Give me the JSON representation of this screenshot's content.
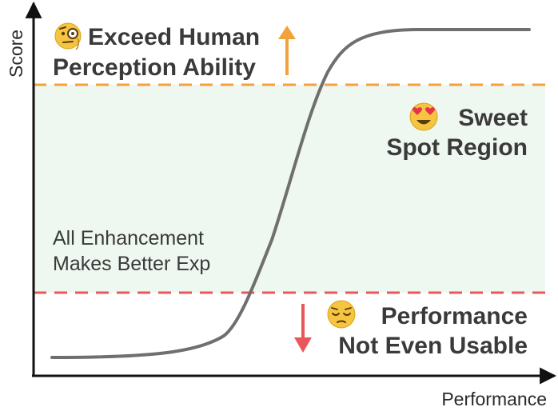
{
  "axes": {
    "x_label": "Performance",
    "y_label": "Score"
  },
  "colors": {
    "axis": "#111111",
    "curve": "#6f6f6f",
    "upper_threshold": "#f2a23a",
    "lower_threshold": "#e8585a",
    "sweet_zone": "#eef7f0",
    "up_arrow": "#f2a23a",
    "down_arrow": "#e8585a",
    "text": "#3a3a3a"
  },
  "regions": {
    "top": {
      "icon": "monocle-face-icon",
      "line1": "Exceed Human",
      "line2": "Perception Ability"
    },
    "sweet": {
      "icon": "heart-eyes-face-icon",
      "line1": "Sweet",
      "line2": "Spot Region"
    },
    "enhancement": {
      "line1": "All Enhancement",
      "line2": "Makes Better Exp"
    },
    "bottom": {
      "icon": "pensive-face-icon",
      "line1": "Performance",
      "line2": "Not Even Usable"
    }
  }
}
